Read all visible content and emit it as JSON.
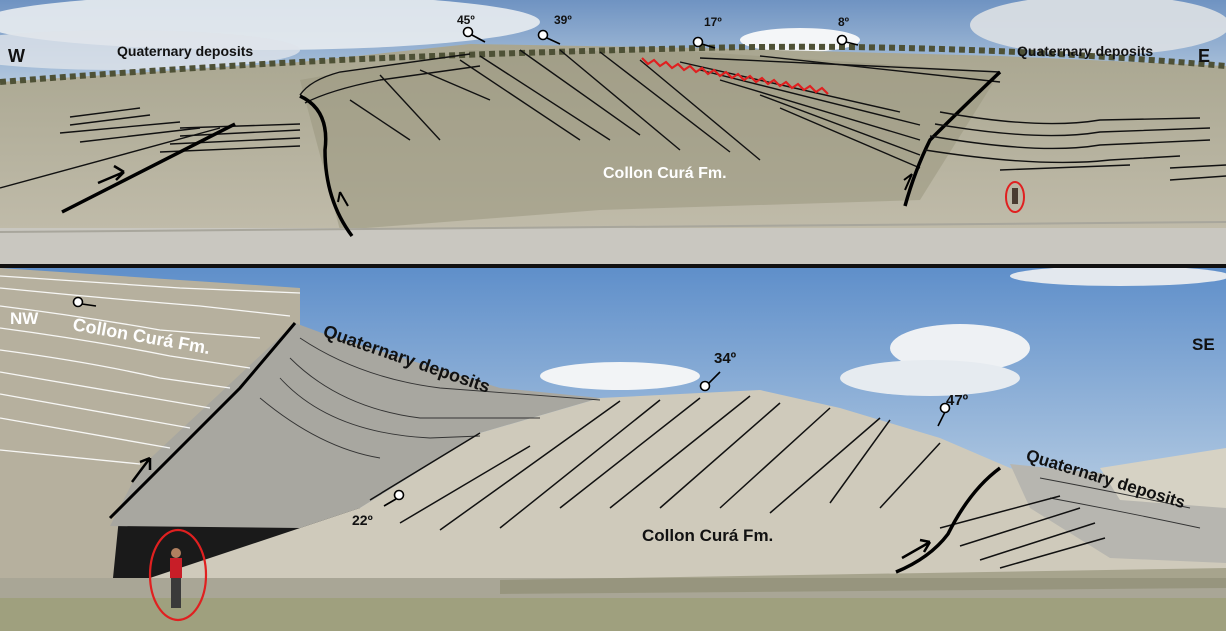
{
  "top_panel": {
    "direction_left": "W",
    "direction_right": "E",
    "quaternary_left": "Quaternary deposits",
    "quaternary_right": "Quaternary deposits",
    "formation": "Collon Curá Fm.",
    "dips": [
      "45º",
      "39º",
      "17º",
      "8º"
    ]
  },
  "bottom_panel": {
    "direction_left": "NW",
    "direction_right": "SE",
    "formation_left": "Collon Curá Fm.",
    "quaternary_center": "Quaternary deposits",
    "quaternary_right": "Quaternary deposits",
    "formation_center": "Collon Curá Fm.",
    "dips": [
      "34º",
      "47º",
      "22º"
    ]
  },
  "colors": {
    "sky": "#8fb4dc",
    "outcrop": "#b9b4a2",
    "fault": "#000000",
    "red_marker": "#e02020"
  }
}
